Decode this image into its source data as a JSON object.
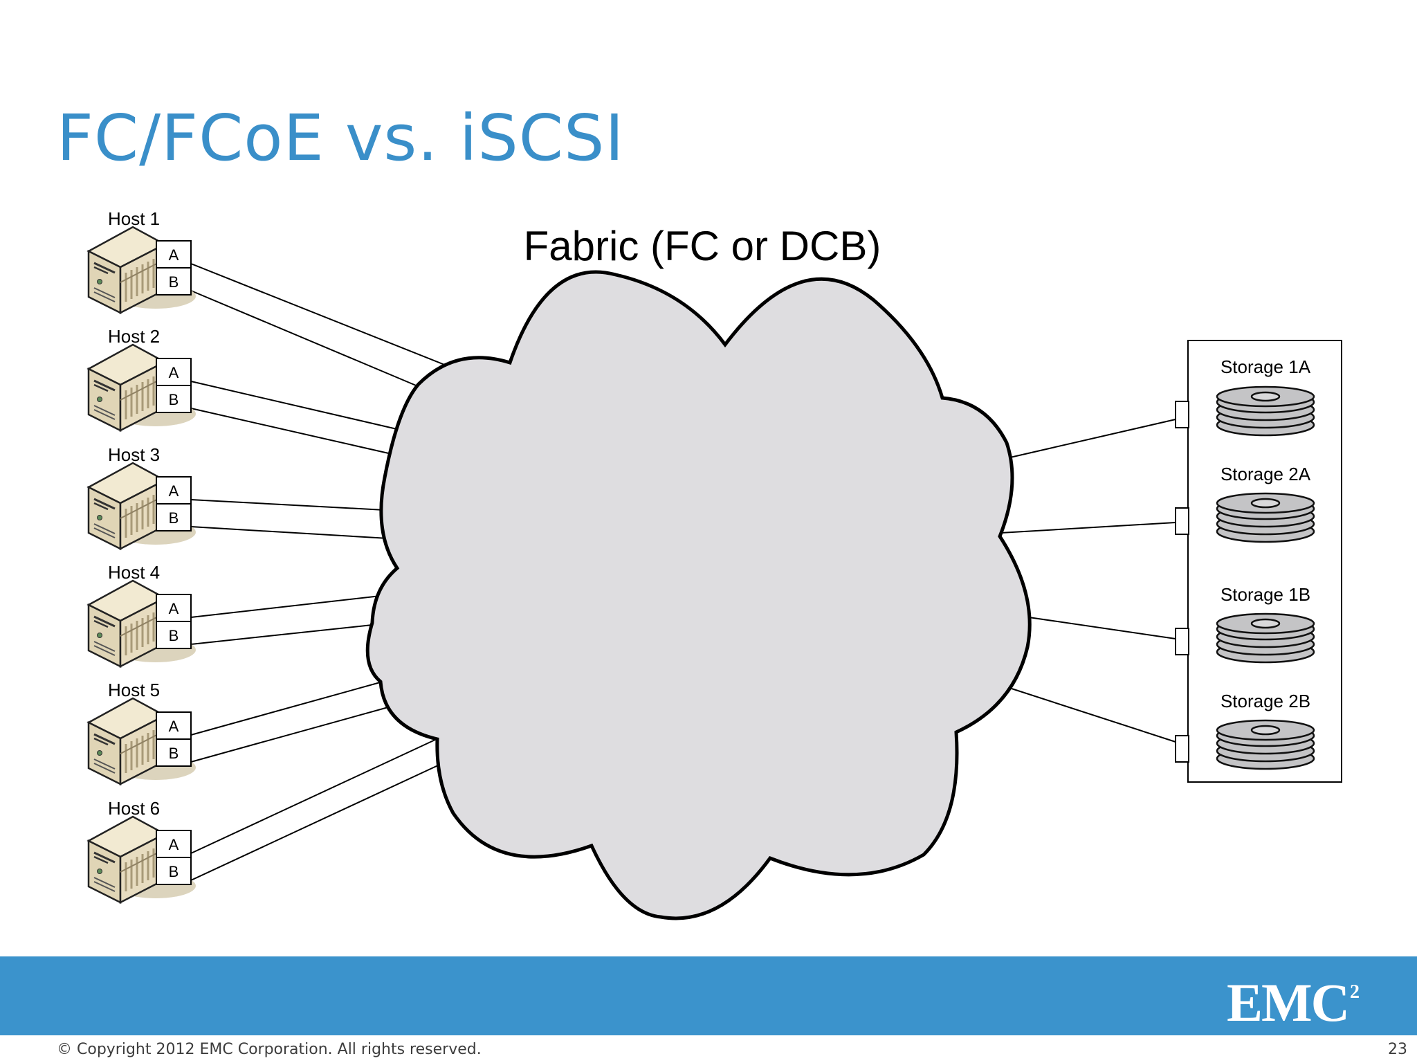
{
  "slide": {
    "title": "FC/FCoE vs. iSCSI",
    "copyright": "© Copyright 2012 EMC Corporation. All rights reserved.",
    "page_number": "23",
    "logo_text": "EMC",
    "logo_superscript": "2"
  },
  "diagram": {
    "fabric_label": "Fabric (FC or DCB)",
    "hosts": [
      {
        "name": "Host 1",
        "ports": [
          "A",
          "B"
        ]
      },
      {
        "name": "Host 2",
        "ports": [
          "A",
          "B"
        ]
      },
      {
        "name": "Host 3",
        "ports": [
          "A",
          "B"
        ]
      },
      {
        "name": "Host 4",
        "ports": [
          "A",
          "B"
        ]
      },
      {
        "name": "Host 5",
        "ports": [
          "A",
          "B"
        ]
      },
      {
        "name": "Host 6",
        "ports": [
          "A",
          "B"
        ]
      }
    ],
    "storage": [
      "Storage 1A",
      "Storage 2A",
      "Storage 1B",
      "Storage 2B"
    ]
  },
  "colors": {
    "title": "#3a8fc9",
    "footer_band": "#3b93cc",
    "cloud_fill": "#dedde0",
    "server_body": "#e6dcc0",
    "disk_fill": "#c4c4c6"
  },
  "icons": {
    "host": "server-icon",
    "storage": "disk-stack-icon",
    "fabric": "cloud-icon"
  }
}
